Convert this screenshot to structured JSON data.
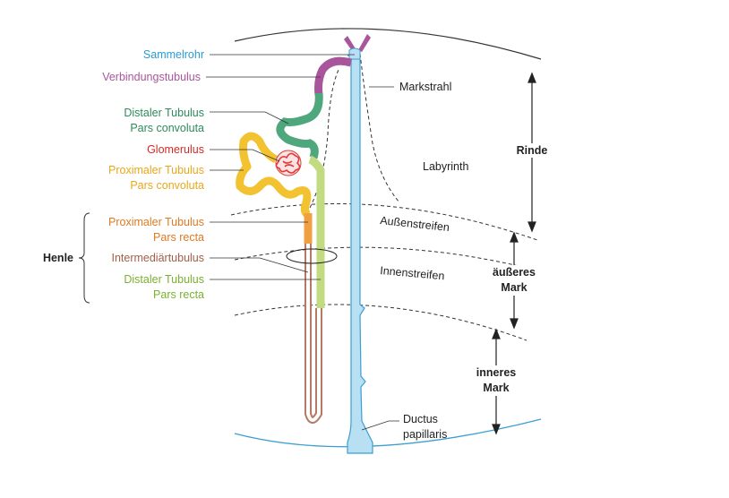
{
  "labels": {
    "sammelrohr": "Sammelrohr",
    "verbindungstubulus": "Verbindungstubulus",
    "distaler_pc_1": "Distaler Tubulus",
    "distaler_pc_2": "Pars convoluta",
    "glomerulus": "Glomerulus",
    "proximaler_pc_1": "Proximaler Tubulus",
    "proximaler_pc_2": "Pars convoluta",
    "proximaler_pr_1": "Proximaler Tubulus",
    "proximaler_pr_2": "Pars recta",
    "henle": "Henle",
    "intermediaer": "Intermediärtubulus",
    "distaler_pr_1": "Distaler Tubulus",
    "distaler_pr_2": "Pars recta",
    "markstrahl": "Markstrahl",
    "labyrinth": "Labyrinth",
    "aussenstreifen": "Außenstreifen",
    "innenstreifen": "Innenstreifen",
    "ductus_1": "Ductus",
    "ductus_2": "papillaris",
    "rinde": "Rinde",
    "aeusseres_1": "äußeres",
    "aeusseres_2": "Mark",
    "inneres_1": "inneres",
    "inneres_2": "Mark"
  },
  "colors": {
    "collecting_duct": "#b9dff2",
    "collecting_outline": "#3b9fd1",
    "connecting": "#a9559c",
    "distal_convoluted": "#4fa77d",
    "glomerulus": "#e03a3a",
    "proximal_convoluted": "#f2c230",
    "proximal_recta": "#f0a040",
    "intermediate": "#b57a63",
    "distal_recta": "#c2da80",
    "label_blue": "#2a9bd0",
    "label_purple": "#a9559c",
    "label_green": "#2e8a5a",
    "label_red": "#d42a2a",
    "label_yellow": "#e8a81a",
    "label_orange": "#e07a20",
    "label_brown": "#a0604a",
    "label_lightgreen": "#7ab030",
    "text_dark": "#222222"
  }
}
